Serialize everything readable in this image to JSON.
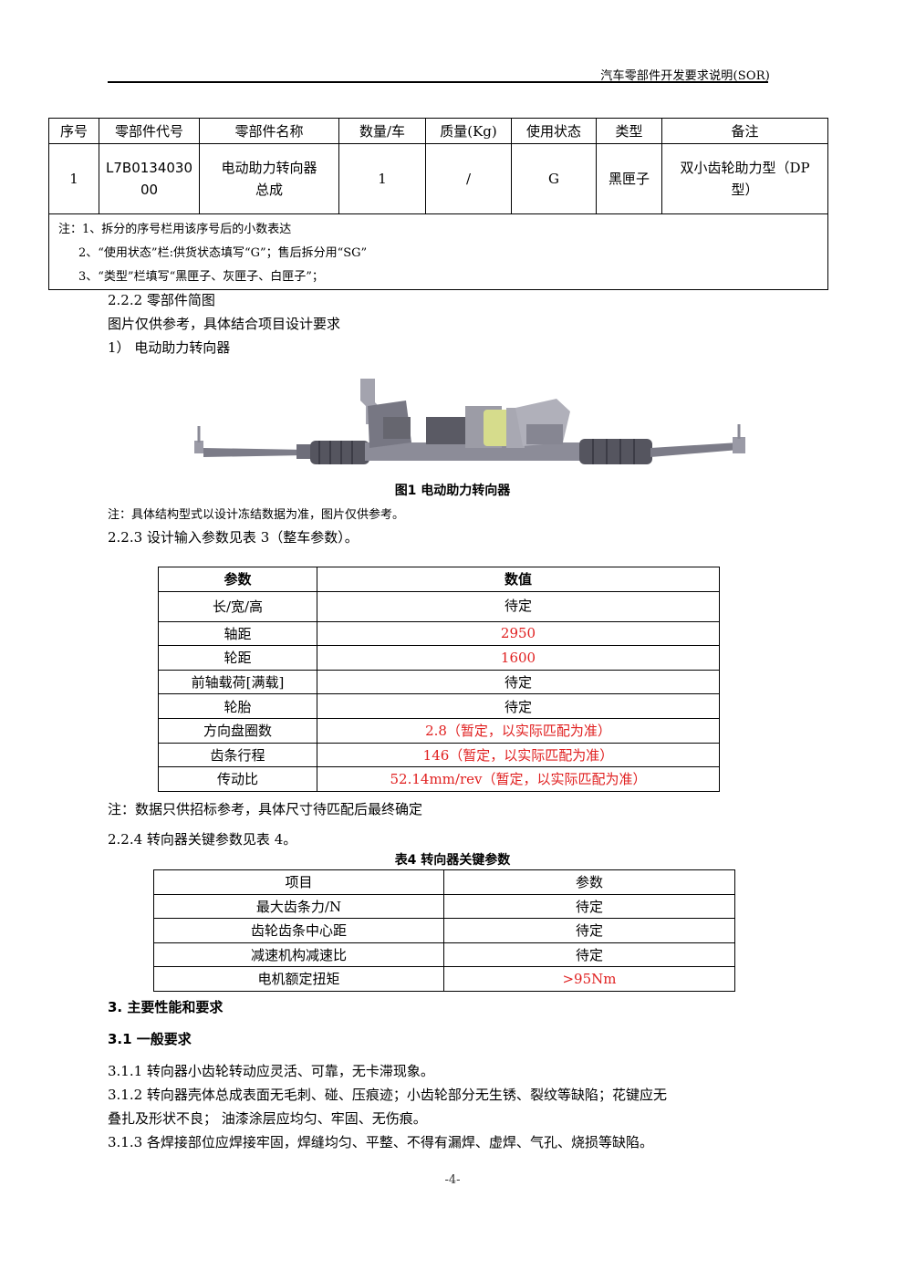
{
  "header": {
    "title": "汽车零部件开发要求说明(SOR)"
  },
  "parts_table": {
    "headers": [
      "序号",
      "零部件代号",
      "零部件名称",
      "数量/车",
      "质量(Kg)",
      "使用状态",
      "类型",
      "备注"
    ],
    "row": {
      "no": "1",
      "code_line1": "L7B0134030",
      "code_line2": "00",
      "name_line1": "电动助力转向器",
      "name_line2": "总成",
      "qty": "1",
      "mass": "/",
      "state": "G",
      "type": "黑匣子",
      "remark_line1": "双小齿轮助力型（DP",
      "remark_line2": "型）"
    },
    "notes": [
      "注：1、拆分的序号栏用该序号后的小数表达",
      "2、“使用状态”栏:供货状态填写“G”；售后拆分用“SG”",
      "3、“类型”栏填写“黑匣子、灰匣子、白匣子”；"
    ]
  },
  "section_222": {
    "heading": "2.2.2 零部件简图",
    "line1": "图片仅供参考，具体结合项目设计要求",
    "line2": "1）   电动助力转向器"
  },
  "figure": {
    "caption": "图1  电动助力转向器",
    "note": "注：具体结构型式以设计冻结数据为准，图片仅供参考。"
  },
  "section_223": {
    "heading": "2.2.3 设计输入参数见表 3（整车参数）。"
  },
  "vehicle_table": {
    "headers": [
      "参数",
      "数值"
    ],
    "rows": [
      {
        "param": "长/宽/高",
        "value": "待定",
        "red": false
      },
      {
        "param": "轴距",
        "value": "2950",
        "red": true
      },
      {
        "param": "轮距",
        "value": "1600",
        "red": true
      },
      {
        "param": "前轴载荷[满载]",
        "value": "待定",
        "red": false
      },
      {
        "param": "轮胎",
        "value": "待定",
        "red": false
      },
      {
        "param": "方向盘圈数",
        "value": "2.8（暂定，以实际匹配为准）",
        "red": true
      },
      {
        "param": "齿条行程",
        "value": "146（暂定，以实际匹配为准）",
        "red": true
      },
      {
        "param": "传动比",
        "value": "52.14mm/rev（暂定，以实际匹配为准）",
        "red": true
      }
    ],
    "note": "注：数据只供招标参考，具体尺寸待匹配后最终确定"
  },
  "section_224": {
    "heading": "2.2.4 转向器关键参数见表 4。"
  },
  "steering_table": {
    "title": "表4 转向器关键参数",
    "headers": [
      "项目",
      "参数"
    ],
    "rows": [
      {
        "item": "最大齿条力/N",
        "value": "待定",
        "red": false
      },
      {
        "item": "齿轮齿条中心距",
        "value": "待定",
        "red": false
      },
      {
        "item": "减速机构减速比",
        "value": "待定",
        "red": false
      },
      {
        "item": "电机额定扭矩",
        "value": ">95Nm",
        "red": true
      }
    ]
  },
  "section_3": {
    "heading": "3.  主要性能和要求",
    "sub_heading": "3.1 一般要求",
    "p1": "3.1.1 转向器小齿轮转动应灵活、可靠，无卡滞现象。",
    "p2_line1": "3.1.2 转向器壳体总成表面无毛刺、碰、压痕迹；小齿轮部分无生锈、裂纹等缺陷；花键应无",
    "p2_line2": "叠扎及形状不良；  油漆涂层应均匀、牢固、无伤痕。",
    "p3": "3.1.3 各焊接部位应焊接牢固，焊缝均匀、平整、不得有漏焊、虚焊、气孔、烧损等缺陷。"
  },
  "footer": {
    "page_number": "-4-"
  }
}
